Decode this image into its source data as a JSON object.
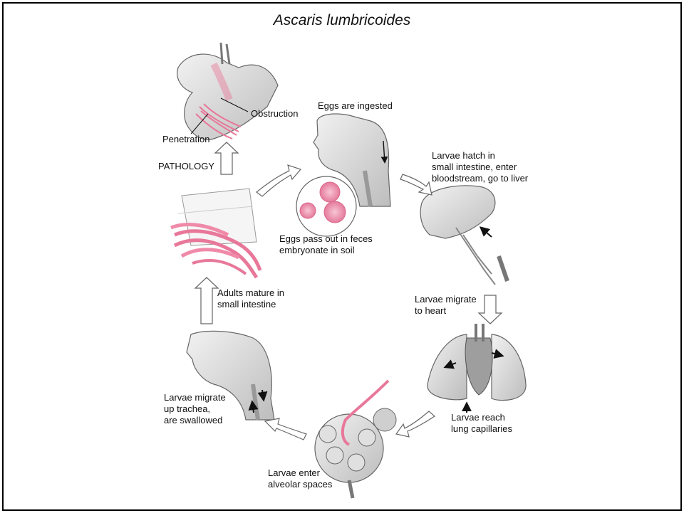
{
  "title": "Ascaris lumbricoides",
  "labels": {
    "eggs_ingested": "Eggs are ingested",
    "obstruction": "Obstruction",
    "penetration": "Penetration",
    "pathology": "PATHOLOGY",
    "larvae_hatch": "Larvae hatch in\nsmall intestine, enter\nbloodstream, go to liver",
    "eggs_pass": "Eggs pass out in feces\nembryonate in soil",
    "adults_mature": "Adults mature in\nsmall intestine",
    "larvae_heart": "Larvae migrate\nto heart",
    "larvae_trachea": "Larvae migrate\nup trachea,\nare swallowed",
    "larvae_lung": "Larvae reach\nlung capillaries",
    "larvae_alveolar": "Larvae enter\nalveolar spaces"
  },
  "colors": {
    "worm_pink": "#e8789a",
    "worm_light": "#f6b8cb",
    "tissue": "#d9d9d9",
    "outline": "#555555"
  }
}
